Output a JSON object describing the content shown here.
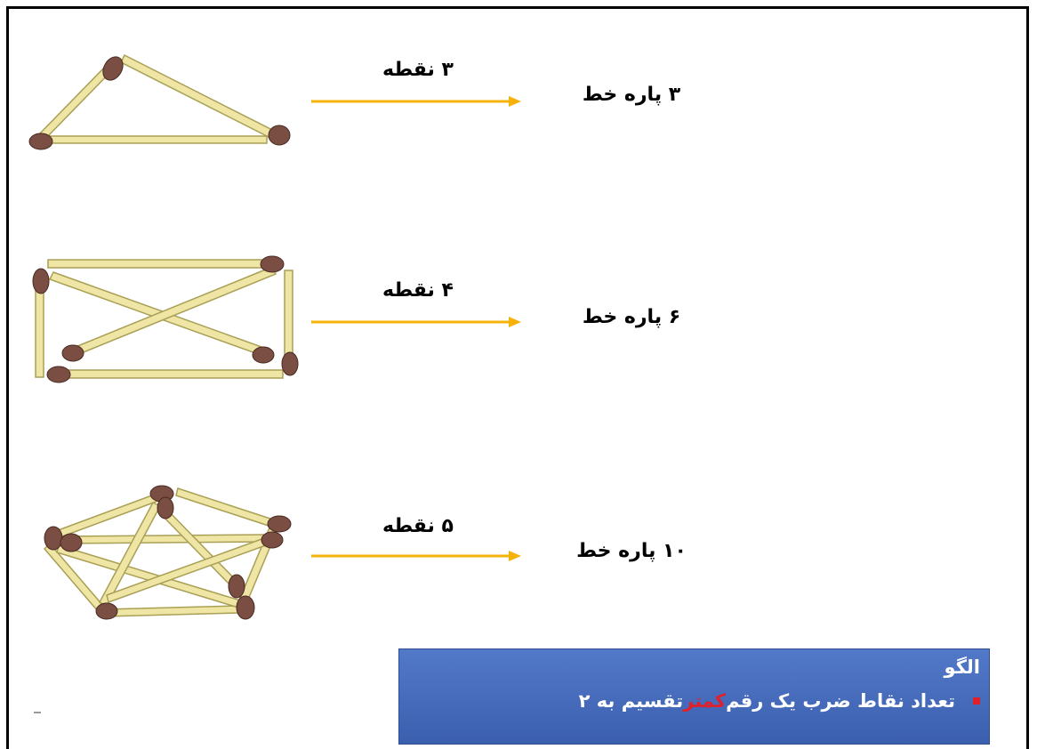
{
  "colors": {
    "arrow": "#f5b20a",
    "stick": "#efe6a6",
    "stick_edge": "#a99f55",
    "head": "#7a4e42",
    "box_bg": "#4a6fc0",
    "highlight": "#e0202a"
  },
  "rows": [
    {
      "points_label": "۳ نقطه",
      "segments_label": "۳ پاره خط"
    },
    {
      "points_label": "۴ نقطه",
      "segments_label": "۶ پاره خط"
    },
    {
      "points_label": "۵ نقطه",
      "segments_label": "۱۰ پاره خط"
    }
  ],
  "pattern": {
    "title": "الگو",
    "text_before": "تعداد نقاط ضرب یک رقم ",
    "highlight": "کمتر",
    "text_after": " تقسیم به ۲"
  }
}
